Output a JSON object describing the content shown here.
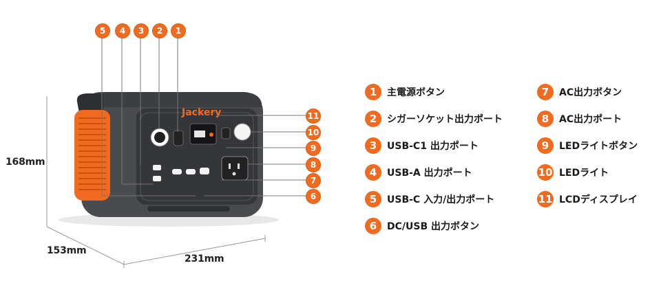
{
  "product": {
    "brand_logo": "Jackery"
  },
  "dimensions": {
    "height": "168mm",
    "depth": "153mm",
    "width": "231mm"
  },
  "callouts": {
    "top": [
      "5",
      "4",
      "3",
      "2",
      "1"
    ],
    "right": [
      "11",
      "10",
      "9",
      "8",
      "7",
      "6"
    ]
  },
  "legend": [
    {
      "num": "1",
      "text": "主電源ボタン"
    },
    {
      "num": "2",
      "text": "シガーソケット出力ポート"
    },
    {
      "num": "3",
      "text": "USB-C1 出力ポート"
    },
    {
      "num": "4",
      "text": "USB-A 出力ポート"
    },
    {
      "num": "5",
      "text": "USB-C 入力/出力ポート"
    },
    {
      "num": "6",
      "text": "DC/USB 出力ボタン"
    },
    {
      "num": "7",
      "text": "AC出力ボタン"
    },
    {
      "num": "8",
      "text": "AC出力ポート"
    },
    {
      "num": "9",
      "text": "LEDライトボタン"
    },
    {
      "num": "10",
      "text": "LEDライト"
    },
    {
      "num": "11",
      "text": "LCDディスプレイ"
    }
  ],
  "colors": {
    "accent": "#f06a1f",
    "body": "#4a4b4e",
    "panel": "#35363a"
  }
}
